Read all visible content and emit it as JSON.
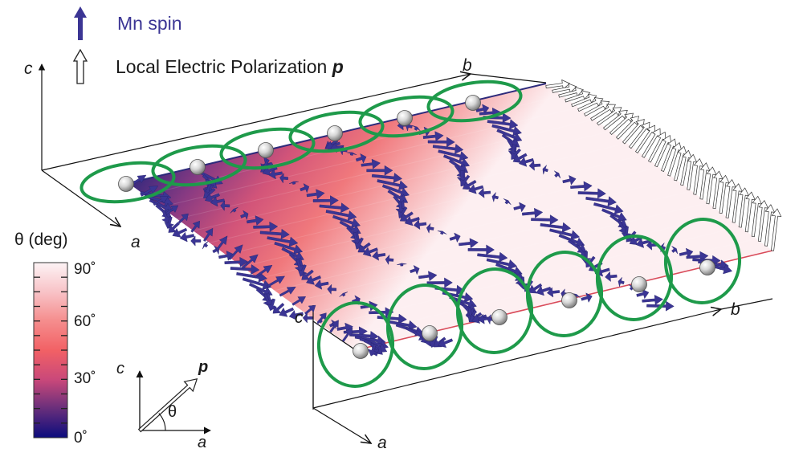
{
  "legend": {
    "spin_label": "Mn spin",
    "polarization_label": "Local Electric Polarization ",
    "polarization_symbol": "p",
    "spin_color": "#3b3594"
  },
  "axes": {
    "back_c": "c",
    "back_a": "a",
    "back_b": "b",
    "front_c": "c",
    "front_a": "a",
    "front_b": "b"
  },
  "colorbar": {
    "title": "θ (deg)",
    "ticks": [
      "90˚",
      "60˚",
      "30˚",
      "0˚"
    ],
    "stops": [
      {
        "value": 0,
        "color": "#0b0c7d"
      },
      {
        "value": 15,
        "color": "#6a2f7b"
      },
      {
        "value": 30,
        "color": "#c9487a"
      },
      {
        "value": 45,
        "color": "#f26165"
      },
      {
        "value": 60,
        "color": "#f58e8e"
      },
      {
        "value": 75,
        "color": "#f8c2c6"
      },
      {
        "value": 90,
        "color": "#fdf3f5"
      }
    ]
  },
  "inset": {
    "c": "c",
    "p": "p",
    "theta": "θ",
    "a": "a",
    "angle_deg": 42
  },
  "style": {
    "ring_color": "#1e9a4a",
    "arrow_color": "#3b3594",
    "atom_color": "#c8c8c8"
  }
}
